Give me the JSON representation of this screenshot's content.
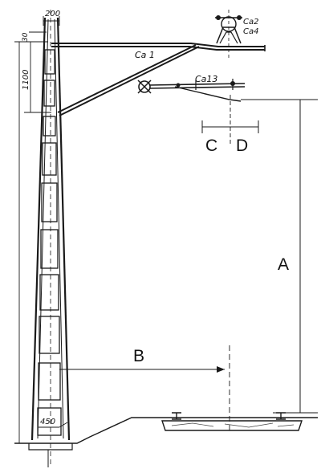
{
  "labels": {
    "dim_top_width": "200",
    "dim_top_gap": "30",
    "dim_vertical": "1100",
    "cable_upper": "Ca 1",
    "cable_lower": "Ca13",
    "insulator_top_1": "Ca2",
    "insulator_top_2": "Ca4",
    "dim_base_width": "450",
    "dim_A": "A",
    "dim_B": "B",
    "dim_C": "C",
    "dim_D": "D"
  }
}
